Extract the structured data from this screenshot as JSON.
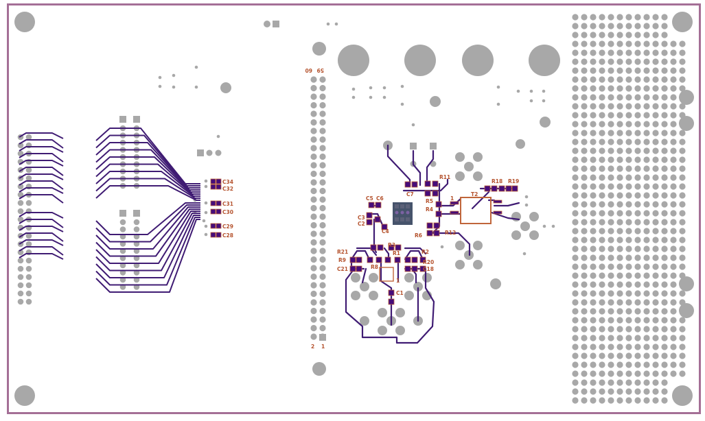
{
  "colors": {
    "board_outline": "#a46f96",
    "pad": "#a8a8a8",
    "smd_pad": "#460c7a",
    "trace": "#3f1b73",
    "silkscreen": "#c0653a",
    "background": "#ffffff"
  },
  "header": {
    "pin_top_left": "59",
    "pin_top_right": "60",
    "pin_bottom_left": "2",
    "pin_bottom_right": "1"
  },
  "cap_labels": [
    "C34",
    "C32",
    "C31",
    "C30",
    "C29",
    "C28"
  ],
  "component_labels": [
    "C5",
    "C6",
    "C3",
    "C2",
    "C4",
    "C7",
    "R11",
    "R18",
    "R19",
    "T2",
    "R5",
    "R4",
    "R6",
    "R12",
    "R3",
    "R21",
    "R9",
    "R1",
    "R2",
    "R20",
    "C21",
    "C18",
    "C1",
    "R8"
  ],
  "pin_labels": [
    "1",
    "1"
  ]
}
